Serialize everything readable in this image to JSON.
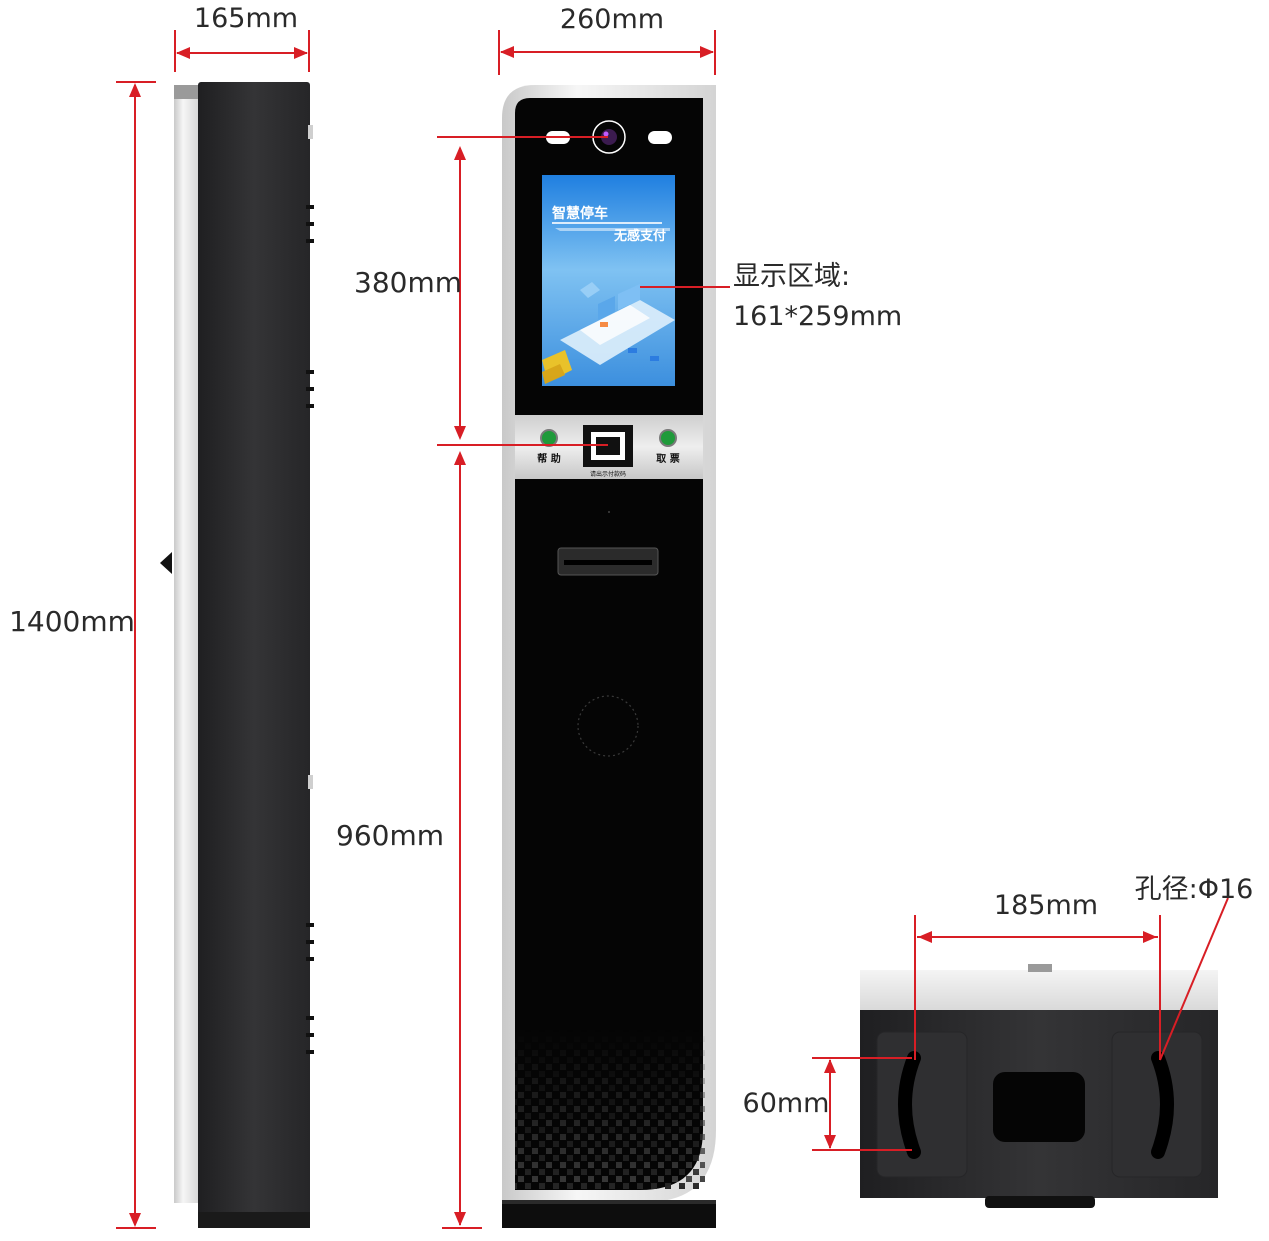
{
  "dimensions": {
    "side_width": "165mm",
    "front_width": "260mm",
    "total_height": "1400mm",
    "upper_height": "380mm",
    "lower_height": "960mm",
    "hole_spacing": "185mm",
    "hole_height": "60mm",
    "display_area_label": "显示区域:",
    "display_area_size": "161*259mm",
    "hole_diameter": "孔径:Φ16"
  },
  "screen": {
    "title": "智慧停车",
    "subtitle": "无感支付"
  },
  "panel": {
    "help_label": "帮 助",
    "ticket_label": "取 票",
    "scan_hint": "请出示付款码"
  },
  "colors": {
    "dimension_line": "#d81e25",
    "body_dark": "#2b2b2d",
    "front_black": "#050505",
    "frame_silver": "#e6e6e6",
    "screen_blue": "#2f8ee0"
  }
}
